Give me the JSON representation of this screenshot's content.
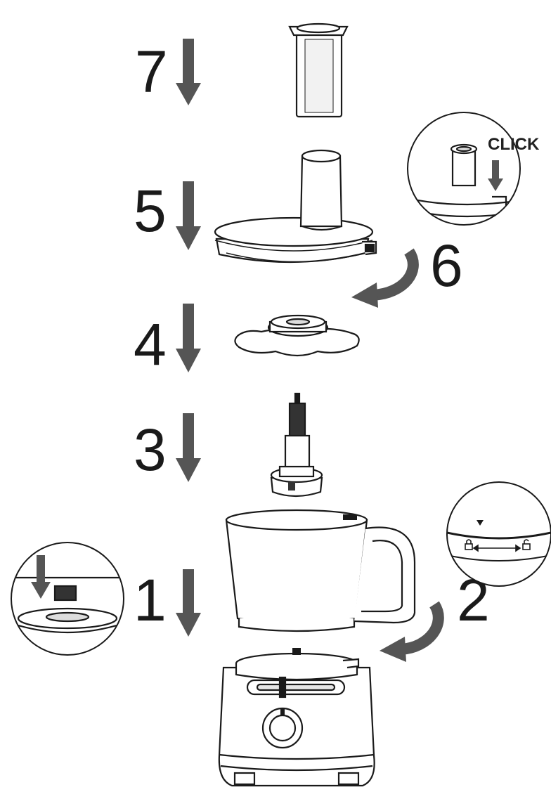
{
  "steps": [
    {
      "number": "7"
    },
    {
      "number": "5"
    },
    {
      "number": "6"
    },
    {
      "number": "4"
    },
    {
      "number": "3"
    },
    {
      "number": "2"
    },
    {
      "number": "1"
    }
  ],
  "callouts": {
    "click_label": "CLICK"
  },
  "colors": {
    "line": "#1a1a1a",
    "arrow": "#555555",
    "fill": "#ffffff",
    "shade": "#e6e6e6"
  }
}
